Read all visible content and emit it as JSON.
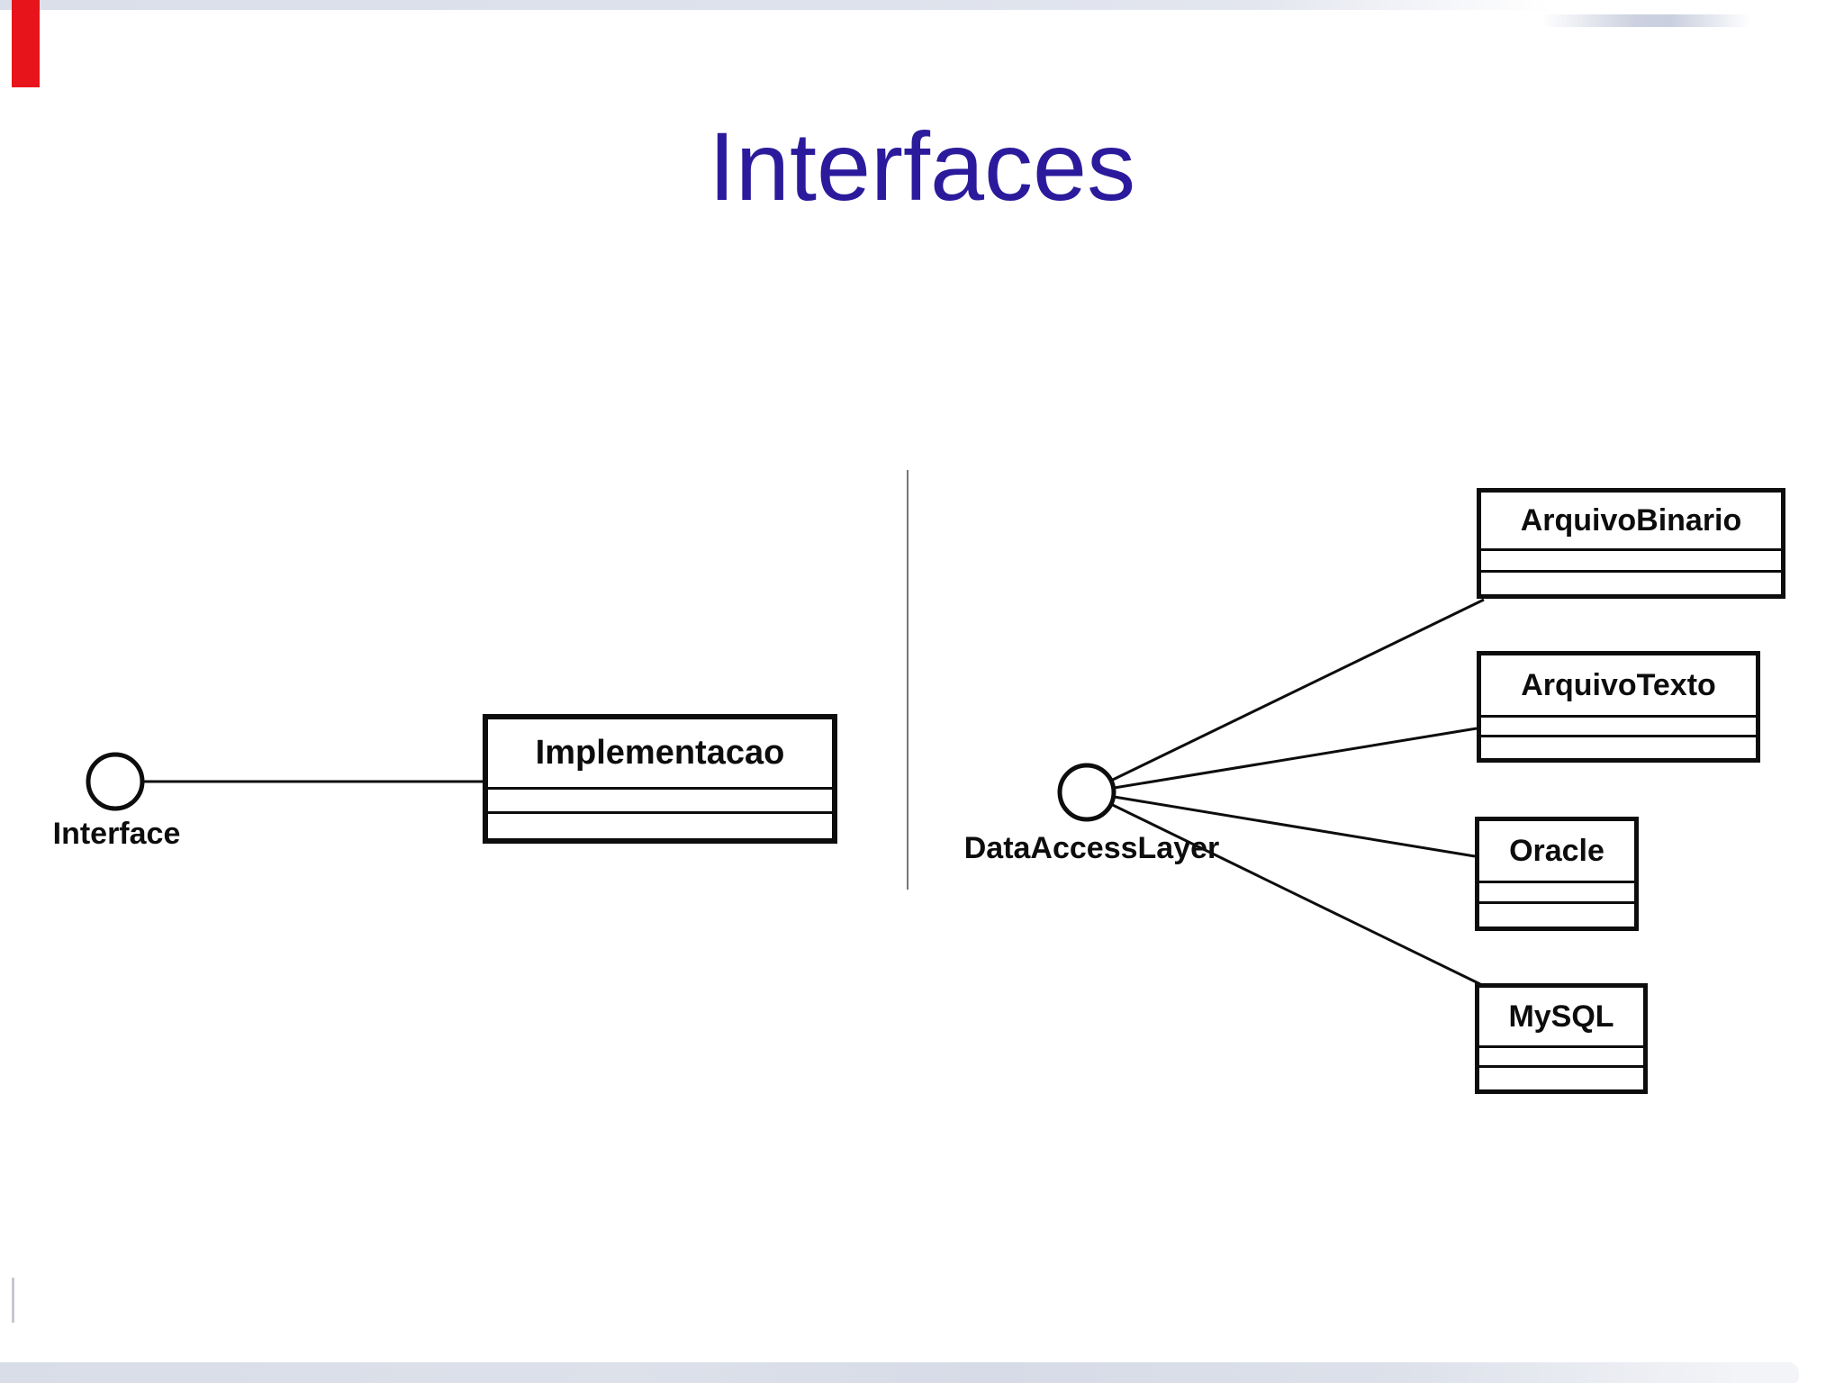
{
  "slide": {
    "title": "Interfaces"
  },
  "colors": {
    "title_text": "#2b1b9c",
    "diagram_ink": "#0d0d0d",
    "divider_gray": "#77777c",
    "edge_band_gray": "#dde1ea",
    "red_flag": "#e8141b"
  },
  "left_diagram": {
    "interface_label": "Interface",
    "box_title": "Implementacao"
  },
  "right_diagram": {
    "interface_label": "DataAccessLayer",
    "boxes": [
      {
        "title": "ArquivoBinario"
      },
      {
        "title": "ArquivoTexto"
      },
      {
        "title": "Oracle"
      },
      {
        "title": "MySQL"
      }
    ]
  }
}
